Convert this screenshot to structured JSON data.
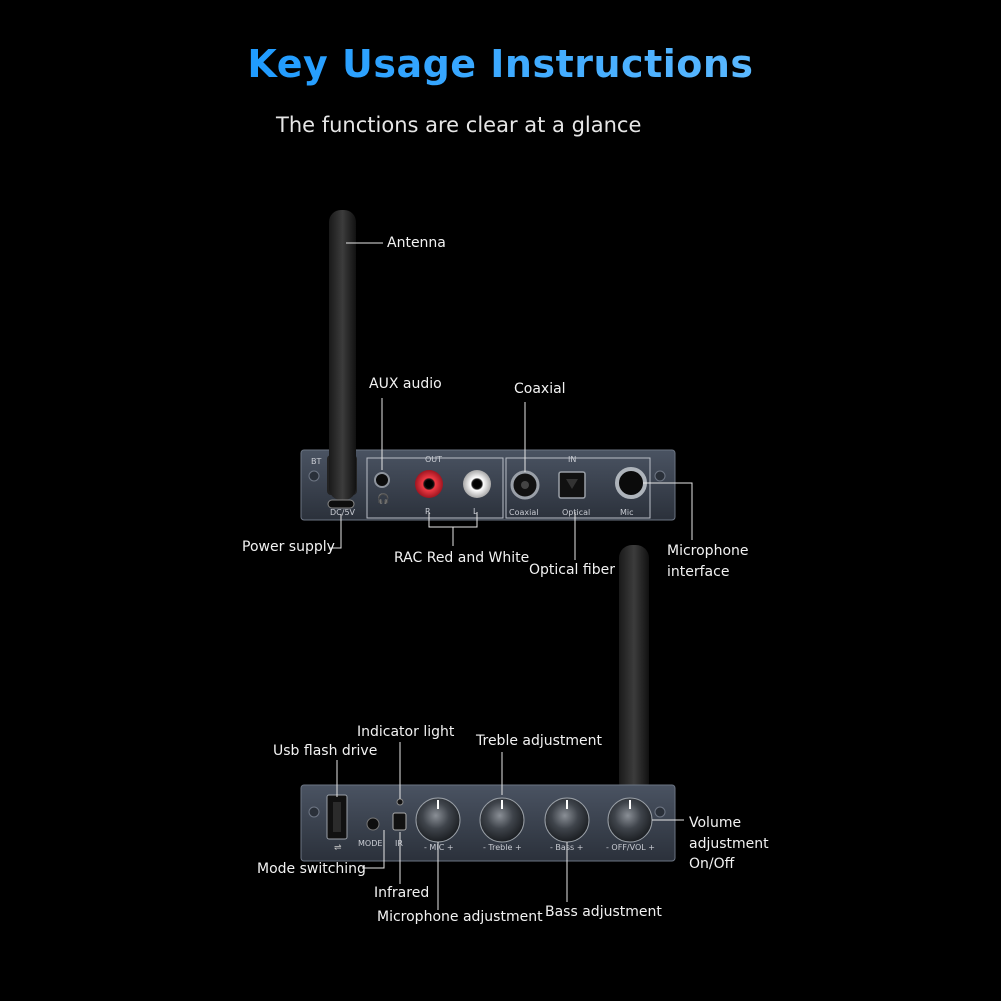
{
  "header": {
    "title": "Key Usage Instructions",
    "subtitle": "The functions are clear at a glance"
  },
  "rear_panel": {
    "labels": {
      "antenna": "Antenna",
      "aux_audio": "AUX audio",
      "coaxial": "Coaxial",
      "power_supply": "Power supply",
      "rca": "RAC Red and White",
      "optical_fiber": "Optical fiber",
      "microphone_interface_1": "Microphone",
      "microphone_interface_2": "interface"
    },
    "printed": {
      "bt": "BT",
      "out": "OUT",
      "in": "IN",
      "dc": "DC/5V",
      "coaxial": "Coaxial",
      "optical": "Optical",
      "mic": "Mic",
      "r": "R",
      "l": "L"
    }
  },
  "front_panel": {
    "labels": {
      "indicator_light": "Indicator light",
      "usb_flash_drive": "Usb flash drive",
      "treble_adjustment": "Treble adjustment",
      "volume_1": "Volume",
      "volume_2": "adjustment",
      "volume_3": "On/Off",
      "mode_switching": "Mode switching",
      "infrared": "Infrared",
      "microphone_adjustment": "Microphone adjustment",
      "bass_adjustment": "Bass adjustment"
    },
    "printed": {
      "mode": "MODE",
      "ir": "IR",
      "mic": "- MIC +",
      "treble": "- Treble +",
      "bass": "- Bass +",
      "vol": "- OFF/VOL +"
    }
  },
  "colors": {
    "title": "#1e90ff",
    "panel": "#3a4250",
    "rca_red": "#d61f2c",
    "rca_white": "#e8e8e8"
  }
}
